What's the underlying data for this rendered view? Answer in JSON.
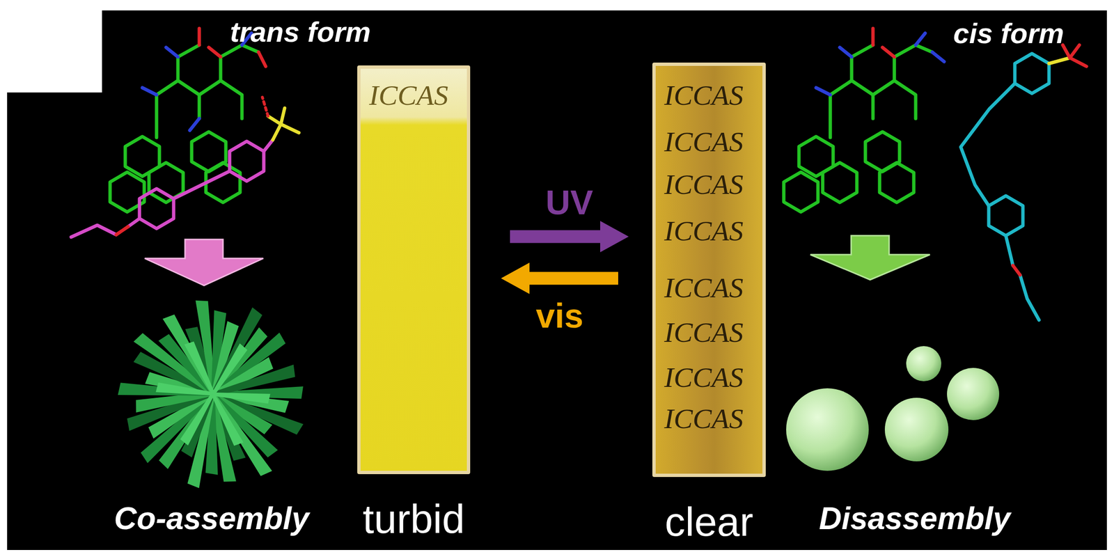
{
  "diagram": {
    "nodes": [
      {
        "text": [
          "ICCAS",
          "turbid"
        ]
      },
      {
        "text": [
          "ICCAS",
          "ICCAS",
          "ICCAS",
          "ICCAS",
          "ICCAS",
          "ICCAS",
          "ICCAS",
          "ICCAS",
          "clear"
        ]
      }
    ],
    "edges": [
      {
        "from": 0,
        "to": 1,
        "label": "UV",
        "arrow": "to"
      },
      {
        "from": 1,
        "to": 0,
        "label": "vis",
        "arrow": "to"
      }
    ],
    "labels": [
      "trans form",
      "cis form",
      "Co-assembly",
      "Disassembly"
    ]
  }
}
